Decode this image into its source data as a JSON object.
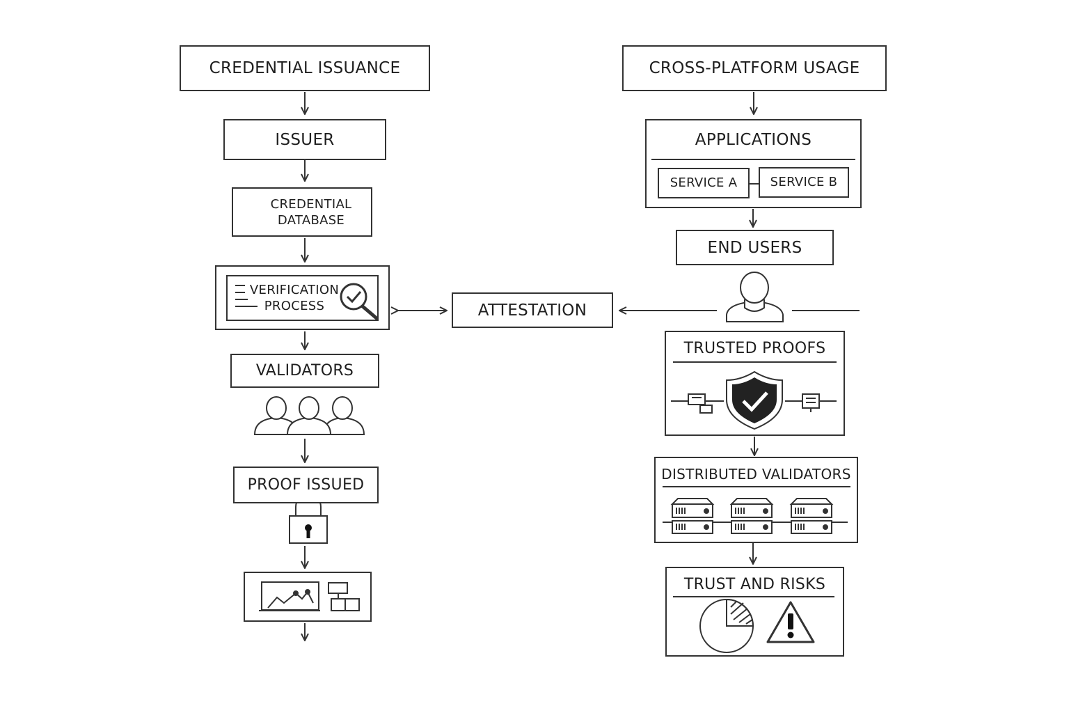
{
  "left": {
    "header": "CREDENTIAL ISSUANCE",
    "issuer": "ISSUER",
    "database": [
      "CREDENTIAL",
      "DATABASE"
    ],
    "verification": [
      "VERIFICATION",
      "PROCESS"
    ],
    "validators": "VALIDATORS",
    "proof_issued": "PROOF ISSUED"
  },
  "center": {
    "attestation": "ATTESTATION"
  },
  "right": {
    "header": "CROSS-PLATFORM USAGE",
    "applications": {
      "title": "APPLICATIONS",
      "services": [
        "SERVICE A",
        "SERVICE B"
      ]
    },
    "end_users": "END USERS",
    "trusted_proofs": "TRUSTED PROOFS",
    "distributed_validators": "DISTRIBUTED VALIDATORS",
    "trust_and_risks": "TRUST AND RISKS"
  },
  "icons": [
    "database-icon",
    "document-magnifier-check-icon",
    "user-group-icon",
    "padlock-icon",
    "analytics-dashboard-icon",
    "user-icon",
    "shield-check-icon",
    "server-rack-icon",
    "pie-chart-icon",
    "warning-triangle-icon"
  ],
  "colors": {
    "line": "#333333",
    "text": "#1f1f1f",
    "background": "#ffffff"
  }
}
